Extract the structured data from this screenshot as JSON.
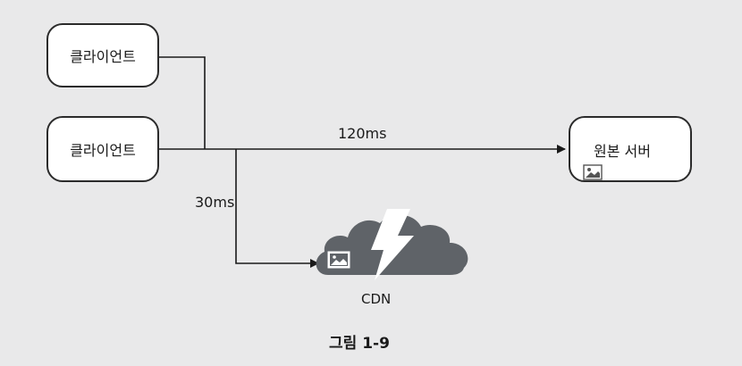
{
  "diagram": {
    "nodes": {
      "client_top": "클라이언트",
      "client_mid": "클라이언트",
      "origin": "원본 서버",
      "cdn": "CDN"
    },
    "edges": {
      "to_origin_latency": "120ms",
      "to_cdn_latency": "30ms"
    },
    "caption": "그림 1-9"
  },
  "colors": {
    "cloud": "#5f6368",
    "line": "#1a1a1a",
    "background": "#e9e9ea"
  },
  "icons": [
    "image-icon",
    "lightning-icon",
    "cloud-icon"
  ]
}
